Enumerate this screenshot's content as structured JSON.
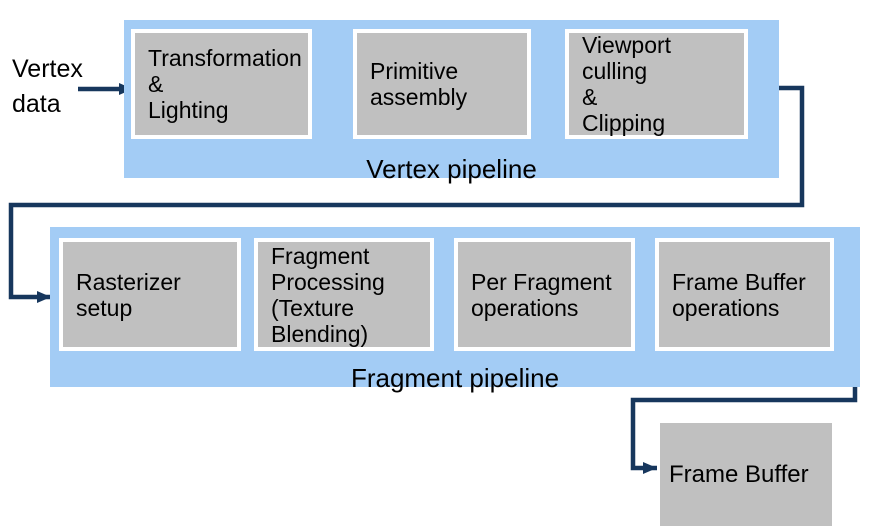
{
  "colors": {
    "pipeline_fill": "#a3ccf5",
    "node_fill": "#c0c0c0",
    "node_border": "#ffffff",
    "arrow": "#17375d",
    "text": "#000000",
    "background": "#ffffff"
  },
  "diagram": {
    "input_label": "Vertex\ndata",
    "vertex_pipeline": {
      "label": "Vertex pipeline",
      "nodes": [
        {
          "label": "Transformation\n&\nLighting"
        },
        {
          "label": "Primitive\nassembly"
        },
        {
          "label": "Viewport culling\n&\nClipping"
        }
      ]
    },
    "fragment_pipeline": {
      "label": "Fragment pipeline",
      "nodes": [
        {
          "label": "Rasterizer\nsetup"
        },
        {
          "label": "Fragment\nProcessing\n(Texture\nBlending)"
        },
        {
          "label": "Per Fragment\noperations"
        },
        {
          "label": "Frame Buffer\noperations"
        }
      ]
    },
    "output_node": {
      "label": "Frame Buffer"
    }
  }
}
